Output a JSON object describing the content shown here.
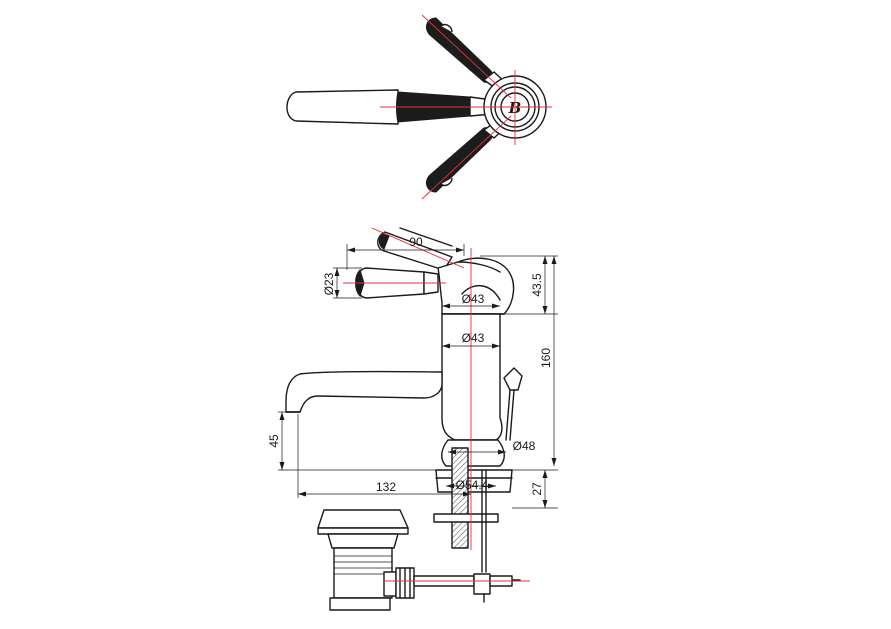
{
  "dimensions": {
    "handle_spread": "90",
    "handle_diameter": "Ø23",
    "top_height": "43.5",
    "total_height": "160",
    "head_diameter": "Ø43",
    "body_diameter": "Ø43",
    "spout_height": "45",
    "base_diameter": "Ø48",
    "spout_reach": "132",
    "tail_diameter": "Ø54.4",
    "base_thickness": "27"
  },
  "logo_monogram": "B",
  "colors": {
    "outline": "#1a1a1a",
    "centerline": "#e0303a",
    "handle_fill": "#1c1c1c",
    "background": "#ffffff"
  }
}
